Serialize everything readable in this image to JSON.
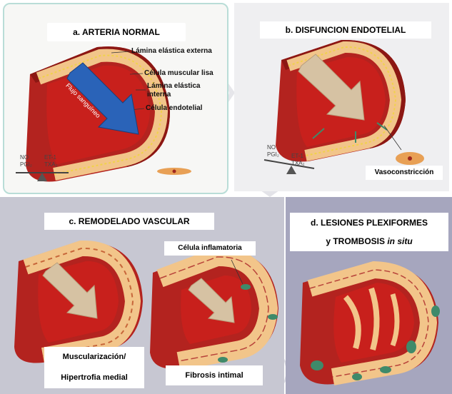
{
  "panels": {
    "a": {
      "title": "a. ARTERIA NORMAL",
      "labels": {
        "external_elastic": "Lámina elástica externa",
        "smooth_muscle": "Célula muscular lisa",
        "internal_elastic_1": "Lámina elástica",
        "internal_elastic_2": "interna",
        "endothelial": "Célula endotelial",
        "blood_flow": "Flujo sanguíneo"
      },
      "balance_left": "NO\nPGI₂",
      "balance_right": "ET-1\nTXA₂"
    },
    "b": {
      "title": "b. DISFUNCION ENDOTELIAL",
      "balance_left": "NO\nPGI₂",
      "balance_right": "ET-1\nTXA₂",
      "caption": "Vasoconstricción"
    },
    "c": {
      "title": "c. REMODELADO VASCULAR",
      "inflammatory_label": "Célula inflamatoria",
      "caption_left_1": "Muscularización/",
      "caption_left_2": "Hipertrofia medial",
      "caption_right": "Fibrosis intimal"
    },
    "d": {
      "title_1": "d. LESIONES PLEXIFORMES",
      "title_2": "y TROMBOSIS ",
      "title_2_italic": "in situ"
    }
  },
  "colors": {
    "vessel_outer": "#b3231f",
    "vessel_dark": "#8c1713",
    "media": "#f2c58a",
    "elastic": "#f0d24a",
    "lumen": "#c8201c",
    "flow_arrow_blue": "#2a63b8",
    "flow_arrow_beige": "#d6c2a3",
    "thrombus": "#3f8a6a",
    "panel_border": "#b9ddd7"
  }
}
